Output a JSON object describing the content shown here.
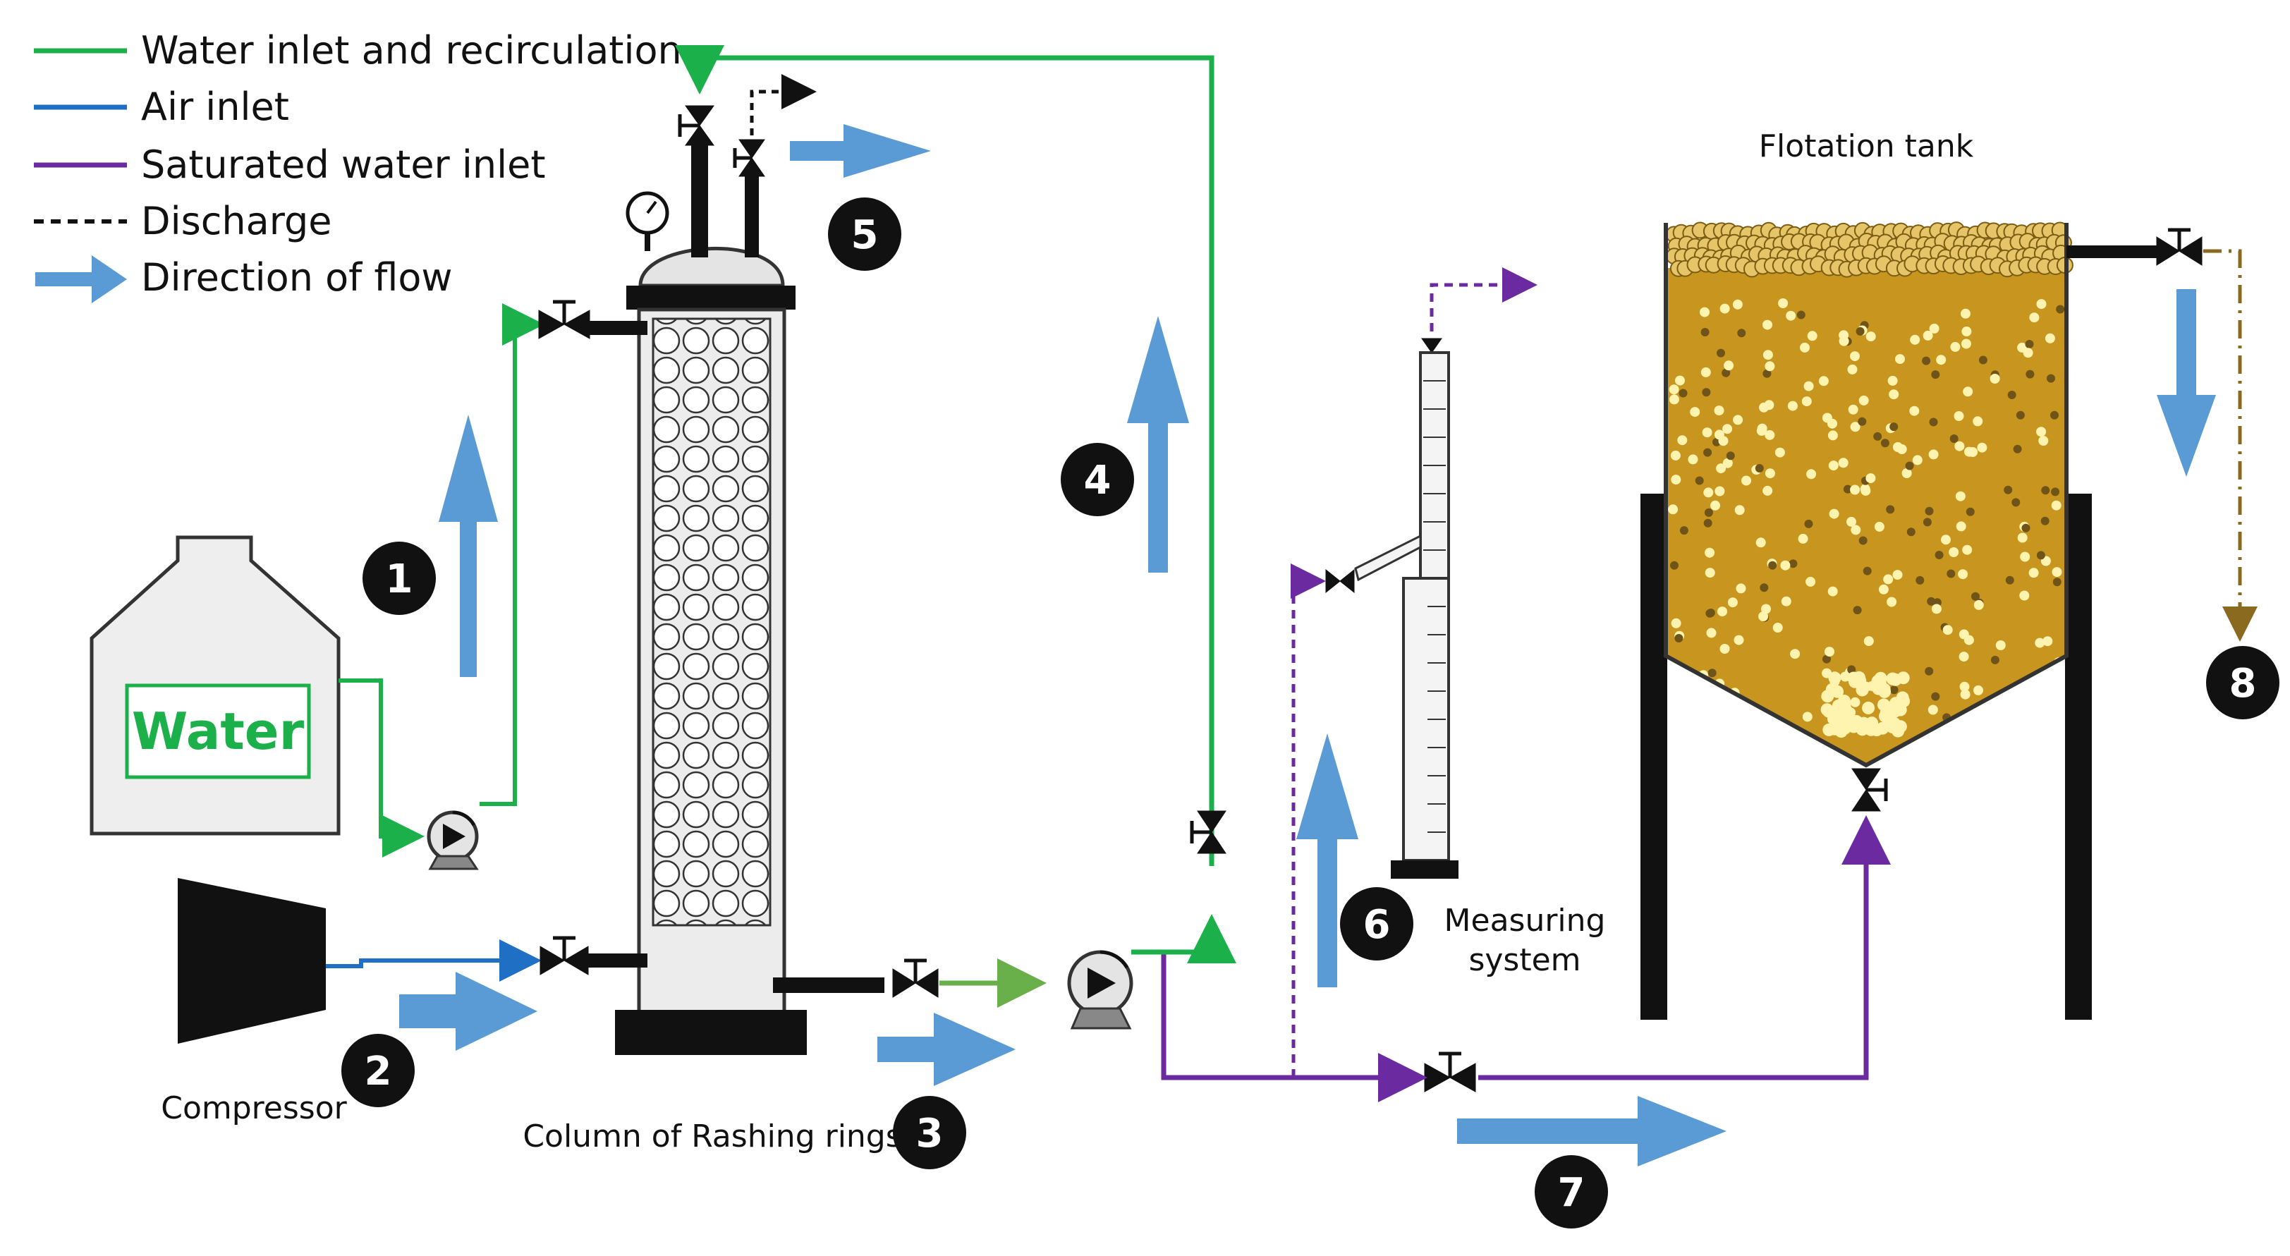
{
  "legend": {
    "items": [
      {
        "label": "Water inlet and recirculation",
        "color": "#1bb04a",
        "style": "solid"
      },
      {
        "label": "Air inlet",
        "color": "#1f6fc4",
        "style": "solid"
      },
      {
        "label": "Saturated water inlet",
        "color": "#6b2aa0",
        "style": "solid"
      },
      {
        "label": "Discharge",
        "color": "#111111",
        "style": "dashed"
      },
      {
        "label": "Direction of flow",
        "color": "#5b9bd5",
        "style": "arrow"
      }
    ]
  },
  "labels": {
    "water": "Water",
    "compressor": "Compressor",
    "column": "Column of Rashing rings",
    "flotation_tank": "Flotation tank",
    "measuring_line1": "Measuring",
    "measuring_line2": "system"
  },
  "steps": [
    "1",
    "2",
    "3",
    "4",
    "5",
    "6",
    "7",
    "8"
  ],
  "colors": {
    "water_line": "#1bb04a",
    "air_line": "#1f6fc4",
    "saturated_line": "#6b2aa0",
    "flow_arrow": "#5b9bd5",
    "tank_fill": "#c8961e",
    "bubble": "#fff3b0",
    "equipment": "#111111"
  }
}
